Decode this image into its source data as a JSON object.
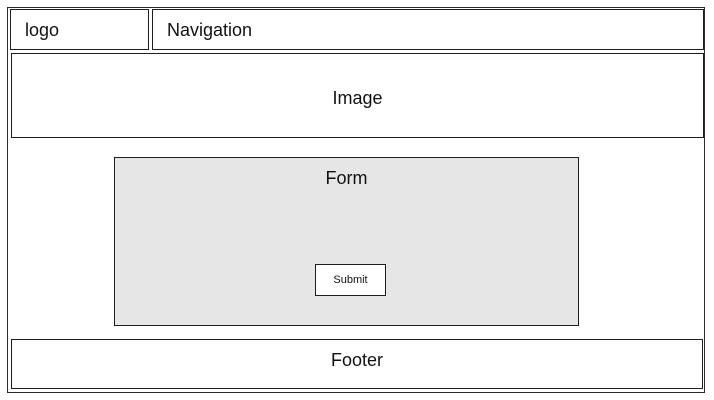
{
  "header": {
    "logo_text": "logo",
    "navigation_text": "Navigation"
  },
  "hero": {
    "image_placeholder_text": "Image"
  },
  "form": {
    "title": "Form",
    "submit_label": "Submit"
  },
  "footer": {
    "text": "Footer"
  }
}
